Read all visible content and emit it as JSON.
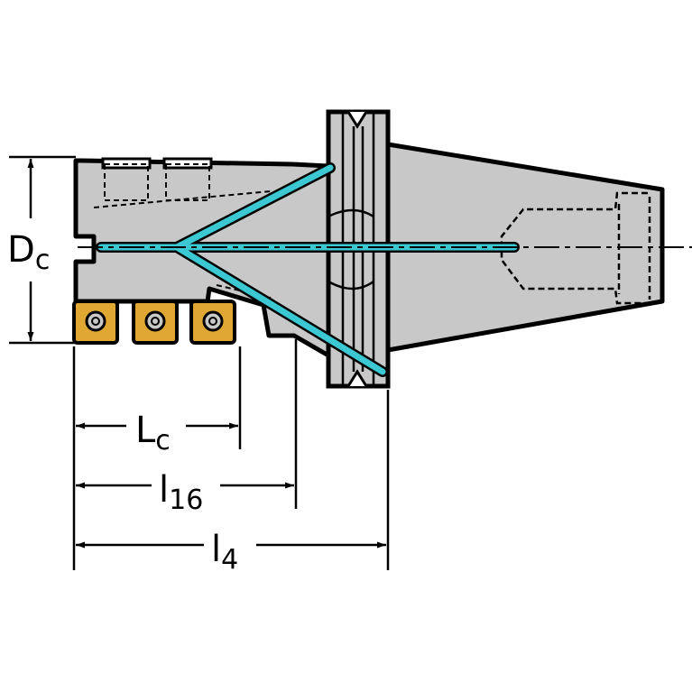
{
  "labels": {
    "diameter": {
      "main": "D",
      "sub": "c"
    },
    "cutting_length": {
      "main": "L",
      "sub": "c"
    },
    "length_16": {
      "main": "l",
      "sub": "16"
    },
    "overall_length": {
      "main": "l",
      "sub": "4"
    }
  },
  "colors": {
    "body": "#c8c8c8",
    "outline": "#000000",
    "coolant": "#3cc8d2",
    "insert": "#e0a832",
    "background": "#ffffff"
  }
}
